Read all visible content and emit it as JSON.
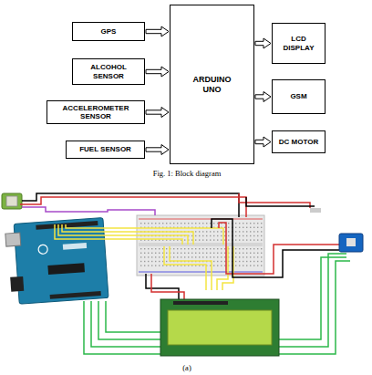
{
  "diagram": {
    "caption": "Fig. 1: Block diagram",
    "nodes": [
      {
        "text": [
          "GPS"
        ]
      },
      {
        "text": [
          "ALCOHOL SENSOR"
        ]
      },
      {
        "text": [
          "ACCELEROMETER SENSOR"
        ]
      },
      {
        "text": [
          "FUEL SENSOR"
        ]
      },
      {
        "text": [
          "ARDUINO UNO"
        ]
      },
      {
        "text": [
          "LCD DISPLAY"
        ]
      },
      {
        "text": [
          "GSM"
        ]
      },
      {
        "text": [
          "DC MOTOR"
        ]
      }
    ],
    "edges": [
      {
        "from": 0,
        "to": 4,
        "arrow": "to"
      },
      {
        "from": 1,
        "to": 4,
        "arrow": "to"
      },
      {
        "from": 2,
        "to": 4,
        "arrow": "to"
      },
      {
        "from": 3,
        "to": 4,
        "arrow": "to"
      },
      {
        "from": 4,
        "to": 5,
        "arrow": "to"
      },
      {
        "from": 4,
        "to": 6,
        "arrow": "to"
      },
      {
        "from": 4,
        "to": 7,
        "arrow": "to"
      }
    ],
    "labels": [
      "(a)"
    ]
  }
}
